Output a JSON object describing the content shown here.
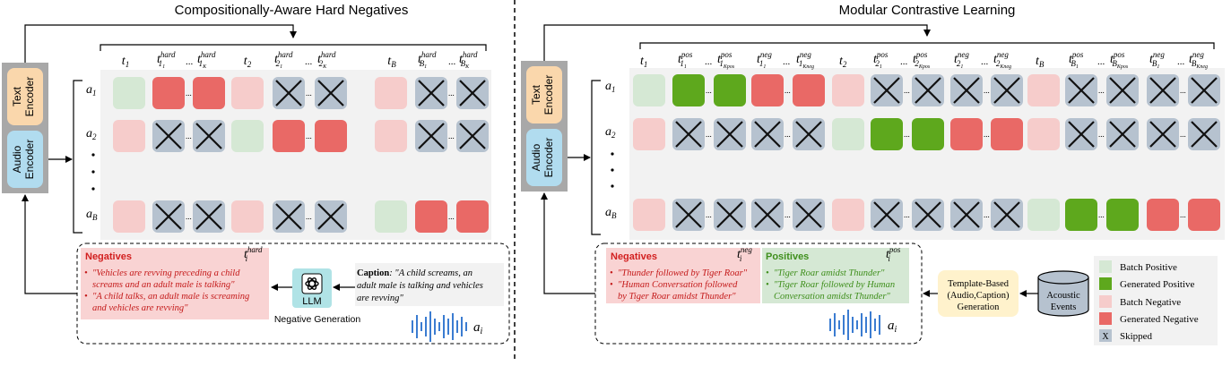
{
  "left_panel": {
    "title": "Compositionally-Aware Hard Negatives",
    "text_encoder": "Text Encoder",
    "audio_encoder": "Audio Encoder",
    "column_labels": [
      "t1",
      "t1_1^hard ... t1_K^hard",
      "t2",
      "t2_1^hard ... t2_K^hard",
      "tB",
      "tB_1^hard ... tB_K^hard"
    ],
    "row_labels": [
      "a1",
      "a2",
      "aB"
    ],
    "negatives_box": {
      "header": "Negatives",
      "symbol": "t_i^hard",
      "items": [
        "\"Vehicles are revving preceding a child screams and an adult male is talking\"",
        "\"A child talks, an adult male is screaming and vehicles are revving\""
      ]
    },
    "llm_label": "LLM",
    "negative_generation": "Negative Generation",
    "caption_label": "Caption",
    "caption_text": "\"A child screams, an adult male is talking and vehicles are revving\"",
    "audio_symbol": "a_i"
  },
  "right_panel": {
    "title": "Modular Contrastive Learning",
    "text_encoder": "Text Encoder",
    "audio_encoder": "Audio Encoder",
    "row_labels": [
      "a1",
      "a2",
      "aB"
    ],
    "negatives_box": {
      "header": "Negatives",
      "symbol": "t_i^neg",
      "items": [
        "\"Thunder followed by Tiger Roar\"",
        "\"Human Conversation followed by Tiger Roar amidst Thunder\""
      ]
    },
    "positives_box": {
      "header": "Positives",
      "symbol": "t_i^pos",
      "items": [
        "\"Tiger Roar amidst Thunder\"",
        "\"Tiger Roar followed by Human Conversation amidst Thunder\""
      ]
    },
    "template_box": "Template-Based (Audio,Caption) Generation",
    "acoustic_events": "Acoustic Events",
    "audio_symbol": "a_i"
  },
  "legend": {
    "items": [
      {
        "label": "Batch Positive",
        "color": "#d5e8d4"
      },
      {
        "label": "Generated Positive",
        "color": "#5ea81d"
      },
      {
        "label": "Batch Negative",
        "color": "#f6cccb"
      },
      {
        "label": "Generated Negative",
        "color": "#e96966"
      },
      {
        "label": "Skipped",
        "color": "#b6c2cf"
      }
    ]
  },
  "colors": {
    "batch_positive": "#d5e8d4",
    "generated_positive": "#5ea81d",
    "batch_negative": "#f6cccb",
    "generated_negative": "#e96966",
    "skipped": "#b6c2cf",
    "text_encoder": "#fad7ac",
    "audio_encoder": "#b1dcef",
    "encoder_frame": "#a8a8a8",
    "llm_box": "#b0e3e6",
    "template_box": "#fff2cc"
  }
}
